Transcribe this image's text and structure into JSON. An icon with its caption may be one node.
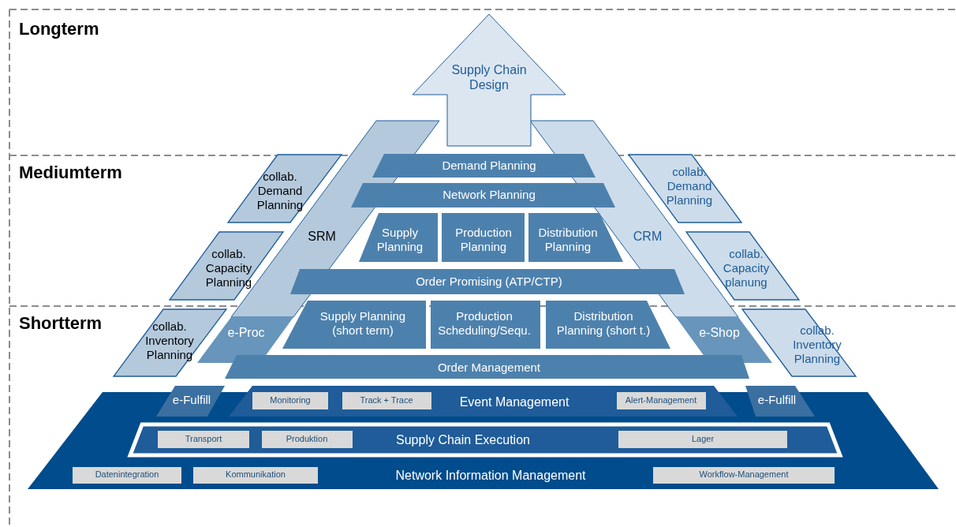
{
  "diagram": {
    "nodes": [
      {
        "text": [
          "Supply Chain Design"
        ]
      },
      {
        "text": [
          "collab. Demand Planning"
        ]
      },
      {
        "text": [
          "Demand Planning"
        ]
      },
      {
        "text": [
          "collab. Demand Planning"
        ]
      },
      {
        "text": [
          "SRM"
        ]
      },
      {
        "text": [
          "Network Planning"
        ]
      },
      {
        "text": [
          "CRM"
        ]
      },
      {
        "text": [
          "collab. Capacity Planning"
        ]
      },
      {
        "text": [
          "Supply Planning"
        ]
      },
      {
        "text": [
          "Production Planning"
        ]
      },
      {
        "text": [
          "Distribution Planning"
        ]
      },
      {
        "text": [
          "collab. Capacity planung"
        ]
      },
      {
        "text": [
          "Order Promising (ATP/CTP)"
        ]
      },
      {
        "text": [
          "collab. Inventory Planning"
        ]
      },
      {
        "text": [
          "e-Proc"
        ]
      },
      {
        "text": [
          "Supply Planning (short term)"
        ]
      },
      {
        "text": [
          "Production Scheduling/Sequ."
        ]
      },
      {
        "text": [
          "Distribution Planning (short t.)"
        ]
      },
      {
        "text": [
          "e-Shop"
        ]
      },
      {
        "text": [
          "collab. Inventory Planning"
        ]
      },
      {
        "text": [
          "Order Management"
        ]
      },
      {
        "text": [
          "e-Fulfill"
        ]
      },
      {
        "text": [
          "Event Management"
        ]
      },
      {
        "text": [
          "Monitoring"
        ]
      },
      {
        "text": [
          "Track + Trace"
        ]
      },
      {
        "text": [
          "Alert-Management"
        ]
      },
      {
        "text": [
          "e-Fulfill"
        ]
      },
      {
        "text": [
          "Supply Chain Execution"
        ],
        "in": 31
      },
      {
        "text": [
          "Transport"
        ],
        "in": 27
      },
      {
        "text": [
          "Produktion"
        ],
        "in": 27
      },
      {
        "text": [
          "Lager"
        ],
        "in": 27
      },
      {
        "text": [
          "Network Information Management"
        ]
      },
      {
        "text": [
          "Datenintegration"
        ],
        "in": 31
      },
      {
        "text": [
          "Kommunikation"
        ],
        "in": 31
      },
      {
        "text": [
          "Workflow-Management"
        ],
        "in": 31
      }
    ],
    "edges": [],
    "labels": [
      "Longterm",
      "Mediumterm",
      "Shortterm"
    ]
  }
}
